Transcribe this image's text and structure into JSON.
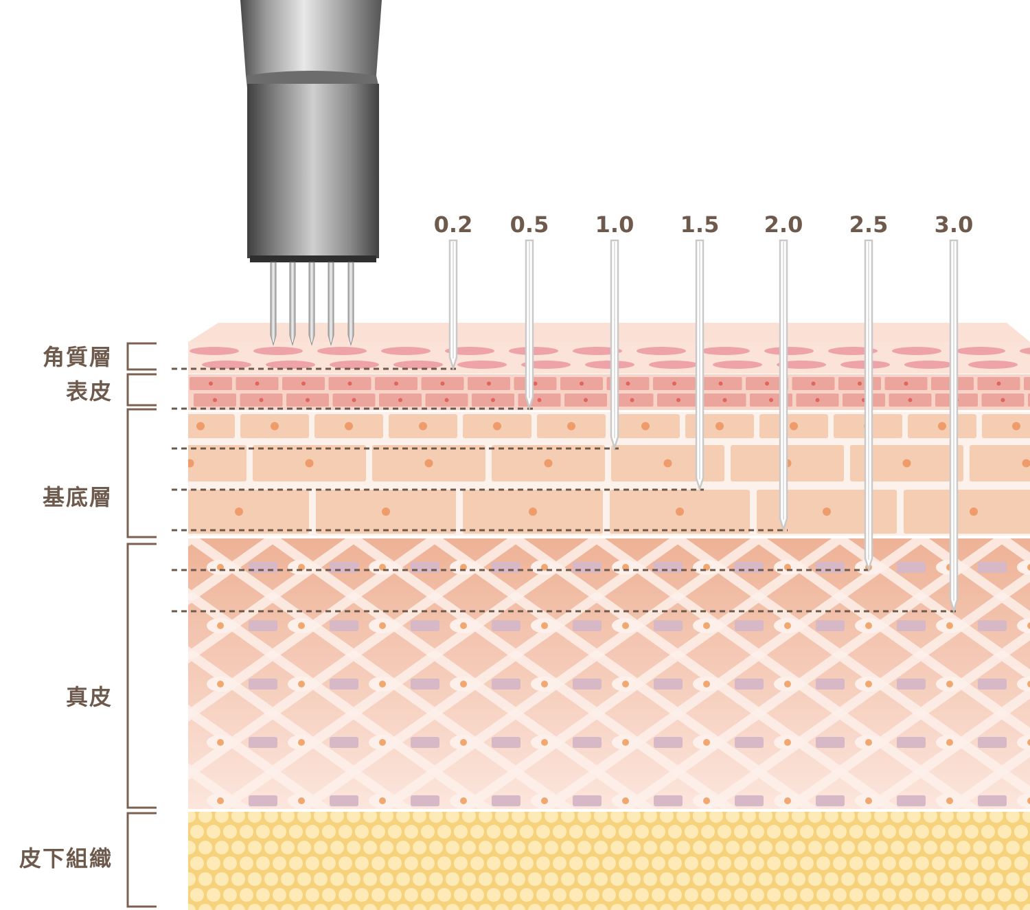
{
  "layers": [
    {
      "id": "stratum-corneum",
      "label": "角質層"
    },
    {
      "id": "epidermis",
      "label": "表皮"
    },
    {
      "id": "basal-layer",
      "label": "基底層"
    },
    {
      "id": "dermis",
      "label": "真皮"
    },
    {
      "id": "subcutaneous",
      "label": "皮下組織"
    }
  ],
  "needle_depths": [
    "0.2",
    "0.5",
    "1.0",
    "1.5",
    "2.0",
    "2.5",
    "3.0"
  ],
  "colors": {
    "label_text": "#6e5a4c",
    "bracket": "#7a6050",
    "corneum_bg": "#fbdfd4",
    "corneum_cell": "#eea3a8",
    "epidermis_bg": "#f6c9bd",
    "epidermis_cell": "#eba59c",
    "basal_bg": "#fdf0ea",
    "basal_cell": "#f5cdb2",
    "basal_nucleus": "#ee9c6c",
    "dermis_top": "#f0b59b",
    "dermis_bottom": "#fbe3d9",
    "dermis_fiber": "#d6b8c6",
    "fat_bg": "#f7d27c",
    "fat_cell": "#fdeab7",
    "needle": "#c9c9c9"
  }
}
